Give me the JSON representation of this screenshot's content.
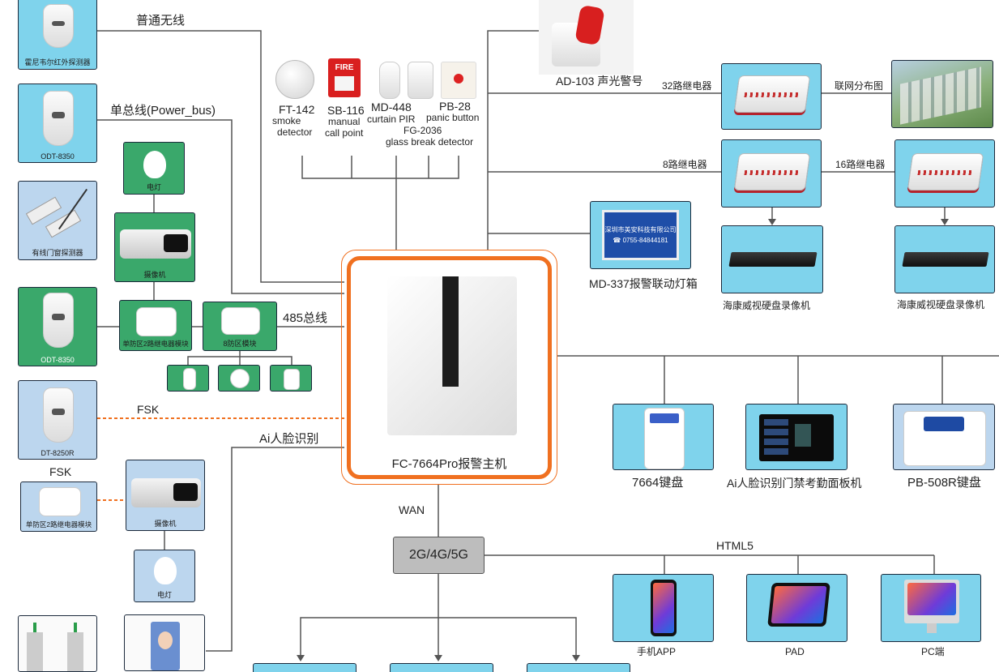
{
  "labels": {
    "wireless": "普通无线",
    "bus": "单总线(Power_bus)",
    "rs485": "485总线",
    "fsk_line": "FSK",
    "fsk_left": "FSK",
    "face": "Ai人脸识别",
    "wan": "WAN",
    "html5": "HTML5",
    "network": "2G/4G/5G",
    "main_panel": "FC-7664Pro报警主机",
    "siren": "AD-103 声光警号",
    "relay32": "32路继电器",
    "map": "联网分布图",
    "relay8": "8路继电器",
    "relay16": "16路继电器",
    "lightbox": "MD-337报警联动灯箱",
    "lightbox_line1": "深圳市美安科技有限公司",
    "lightbox_line2": "☎ 0755-84844181",
    "nvr1": "海康威视硬盘录像机",
    "nvr2": "海康威视硬盘录像机",
    "kp7664": "7664键盘",
    "face_panel": "Ai人脸识别门禁考勤面板机",
    "kp508": "PB-508R键盘",
    "app": "手机APP",
    "pad": "PAD",
    "pc": "PC端",
    "fire_text": "FIRE"
  },
  "top_devices": {
    "ft142_model": "FT-142",
    "ft142_desc1": "smoke",
    "ft142_desc2": "detector",
    "sb116_model": "SB-116",
    "sb116_desc1": "manual",
    "sb116_desc2": "call point",
    "md448_model": "MD-448",
    "md448_desc": "curtain PIR",
    "pb28_model": "PB-28",
    "pb28_desc": "panic button",
    "fg2036_model": "FG-2036",
    "fg2036_desc": "glass break detector"
  },
  "left_devices": {
    "honeywell": "霍尼韦尔红外探测器",
    "odt1": "ODT-8350",
    "door": "有线门窗探测器",
    "light1": "电灯",
    "camera1": "摄像机",
    "odt2": "ODT-8350",
    "relay_mod1": "单防区2路继电器模块",
    "zone8": "8防区模块",
    "dt8250": "DT-8250R",
    "relay_mod2": "单防区2路继电器模块",
    "camera2": "摄像机",
    "light2": "电灯"
  },
  "colors": {
    "panel_border": "#f07020",
    "fsk_line": "#f07020",
    "device_blue": "#7fd3ec",
    "device_green": "#3aa86b",
    "device_lightblue": "#bcd6ee",
    "network_box": "#bdbdbd",
    "wire": "#555555"
  }
}
